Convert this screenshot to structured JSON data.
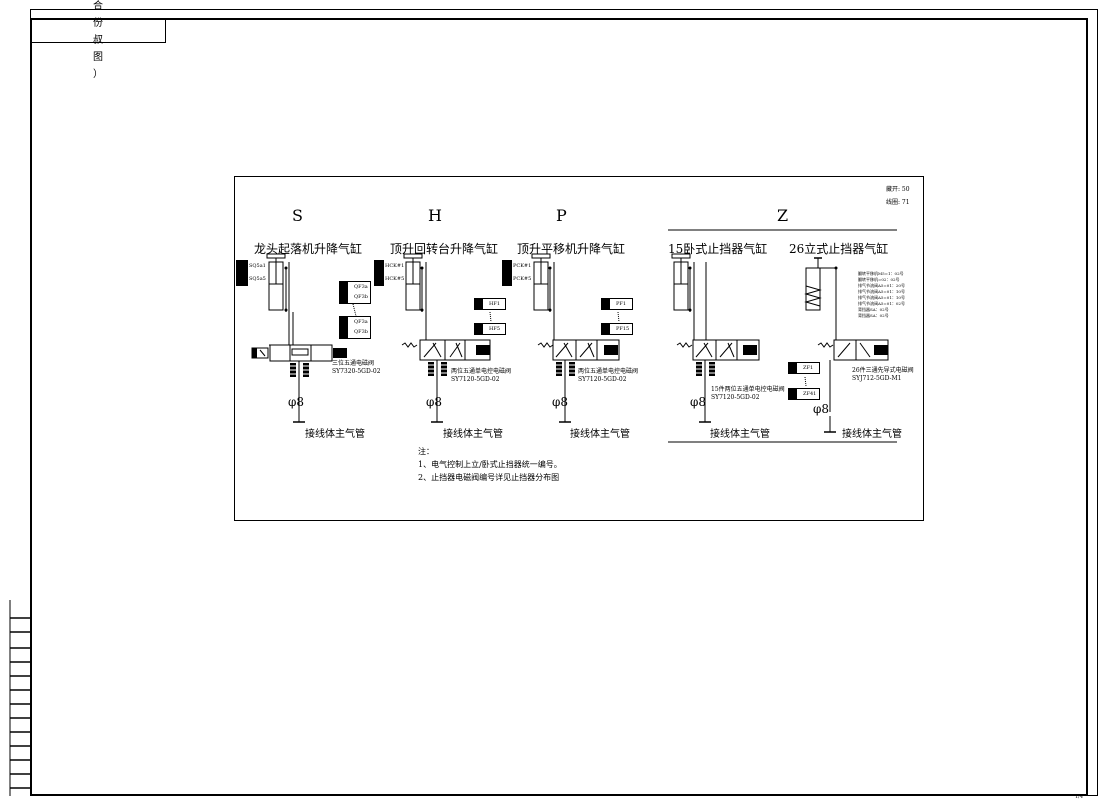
{
  "sheet_title_vertical": [
    "合",
    "份",
    "叔",
    "图",
    "）"
  ],
  "corner_mark": "1/4",
  "sheet_info": {
    "line1": "藏开: 50",
    "line2": "线圈: 71"
  },
  "sections": [
    {
      "letter": "S",
      "title": "龙头起落机升降气缸",
      "sensors": [
        "SQ5a1",
        "SQ5a5"
      ],
      "valve": [
        "三位五通电磁阀",
        "SY7320-5GD-02"
      ],
      "indicators": [
        "QF3a",
        "QF3b",
        "QF3a",
        "QF3b"
      ],
      "pipe": "接线体主气管"
    },
    {
      "letter": "H",
      "title": "顶升回转台升降气缸",
      "sensors": [
        "HCK#1",
        "HCK#5"
      ],
      "valve": [
        "两位五通单电控电磁阀",
        "SY7120-5GD-02"
      ],
      "indicators": [
        "HF1",
        "HF5"
      ],
      "pipe": "接线体主气管"
    },
    {
      "letter": "P",
      "title": "顶升平移机升降气缸",
      "sensors": [
        "PCK#1",
        "PCK#5"
      ],
      "valve": [
        "两位五通单电控电磁阀",
        "SY7120-5GD-02"
      ],
      "indicators": [
        "PF1",
        "PF15"
      ],
      "pipe": "接线体主气管"
    },
    {
      "letter": "Z",
      "title": "15卧式止挡器气缸",
      "valve": [
        "15件两位五通单电控电磁阀",
        "SY7120-5GD-02"
      ],
      "pipe": "接线体主气管"
    },
    {
      "letter": "",
      "title": "26立式止挡器气缸",
      "valve": [
        "26件三通先导式电磁阀",
        "SYJ712-5GD-M1"
      ],
      "indicators": [
        "ZF1",
        "ZF41"
      ],
      "pipe": "接线体主气管"
    }
  ],
  "phi": "φ8",
  "port_label": "Φ8",
  "stopper_list": [
    "翻转平移机M5=1：02号",
    "翻转平移机=02：02号",
    "排气节流阀A5=01：20号",
    "排气节流阀A5=01：10号",
    "排气节流阀A5=01：10号",
    "排气节流阀A5=01：02号",
    "背挡器SA：02号",
    "背挡器SA：02号"
  ],
  "notes": [
    "注：",
    "1、电气控制上立/卧式止挡器统一编号。",
    "2、止挡器电磁阀编号详见止挡器分布图"
  ],
  "colors": {
    "line": "#000000",
    "background": "#ffffff"
  }
}
